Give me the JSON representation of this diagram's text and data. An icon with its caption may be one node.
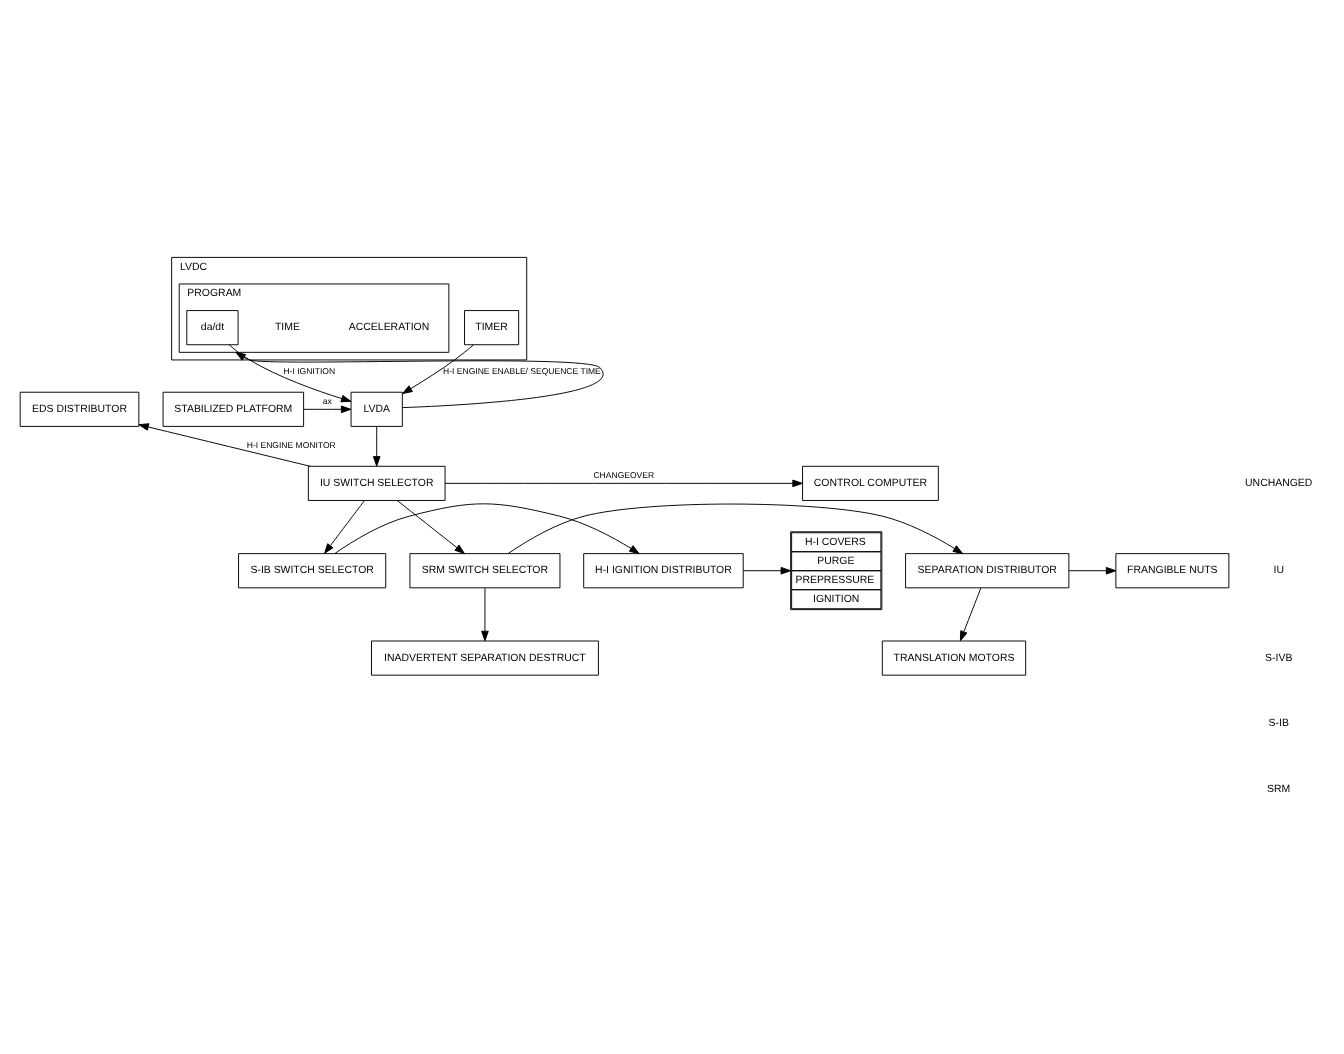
{
  "diagram": {
    "nodes": [
      {
        "text": [
          "LVDC"
        ]
      },
      {
        "text": [
          "PROGRAM"
        ],
        "in": 0
      },
      {
        "text": [
          "da/dt"
        ],
        "in": 1
      },
      {
        "text": [
          "TIMER"
        ],
        "in": 0
      },
      {
        "text": [
          "EDS DISTRIBUTOR"
        ]
      },
      {
        "text": [
          "STABILIZED PLATFORM"
        ]
      },
      {
        "text": [
          "LVDA"
        ]
      },
      {
        "text": [
          "CONTROL COMPUTER"
        ]
      },
      {
        "text": [
          "IU SWITCH SELECTOR"
        ]
      },
      {
        "text": [
          "H-I COVERS",
          "PURGE",
          "PREPRESSURE",
          "IGNITION"
        ]
      },
      {
        "text": [
          "H-I IGNITION DISTRIBUTOR"
        ]
      },
      {
        "text": [
          "S-IB SWITCH SELECTOR"
        ]
      },
      {
        "text": [
          "SEPARATION DISTRIBUTOR"
        ]
      },
      {
        "text": [
          "SRM SWITCH SELECTOR"
        ]
      },
      {
        "text": [
          "FRANGIBLE NUTS"
        ]
      },
      {
        "text": [
          "TRANSLATION MOTORS"
        ]
      },
      {
        "text": [
          "INADVERTENT SEPARATION DESTRUCT"
        ]
      }
    ],
    "edges": [
      {
        "from": 6,
        "to": 1,
        "arrow": "to"
      },
      {
        "from": 2,
        "to": 6,
        "arrow": "to",
        "label": "H-I IGNITION"
      },
      {
        "from": 3,
        "to": 6,
        "arrow": "to",
        "label": "H-I ENGINE ENABLE/ SEQUENCE TIME"
      },
      {
        "from": 5,
        "to": 6,
        "arrow": "to",
        "label": "ax"
      },
      {
        "from": 6,
        "to": 8,
        "arrow": "to"
      },
      {
        "from": 8,
        "to": 4,
        "arrow": "to",
        "label": "H-I ENGINE MONITOR"
      },
      {
        "from": 8,
        "to": 7,
        "arrow": "to",
        "label": "CHANGEOVER"
      },
      {
        "from": 8,
        "to": 11,
        "arrow": "to"
      },
      {
        "from": 8,
        "to": 13,
        "arrow": "to"
      },
      {
        "from": 11,
        "to": 10,
        "arrow": "to"
      },
      {
        "from": 10,
        "to": 9,
        "arrow": "to"
      },
      {
        "from": 13,
        "to": 12,
        "arrow": "to"
      },
      {
        "from": 13,
        "to": 16,
        "arrow": "to"
      },
      {
        "from": 12,
        "to": 14,
        "arrow": "to"
      },
      {
        "from": 12,
        "to": 15,
        "arrow": "to"
      }
    ],
    "labels": [
      "ACCELERATION",
      "TIME",
      "UNCHANGED",
      "IU",
      "S-IVB",
      "S-IB",
      "SRM"
    ]
  }
}
